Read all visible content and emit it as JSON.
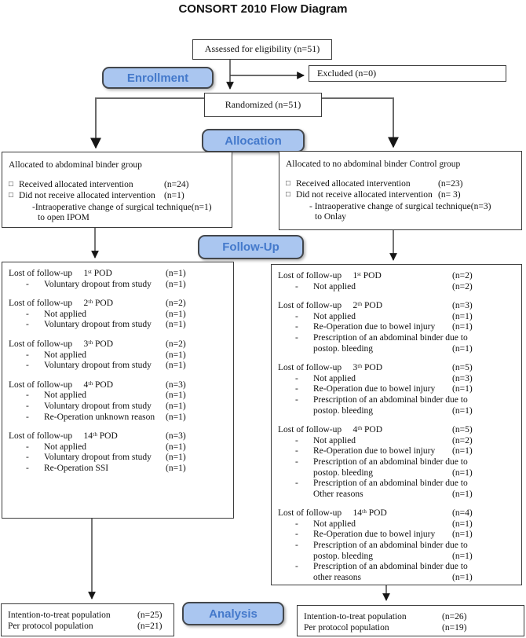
{
  "title": "CONSORT 2010 Flow Diagram",
  "stages": {
    "enrollment": "Enrollment",
    "allocation": "Allocation",
    "followup": "Follow-Up",
    "analysis": "Analysis"
  },
  "colors": {
    "stage_fill": "#aac6f0",
    "stage_text": "#4479cb",
    "stage_border": "#43474c",
    "box_border": "#3c3c3c",
    "arrow": "#3a3a3a"
  },
  "boxes": {
    "assessed": "Assessed for eligibility (n=51)",
    "excluded": "Excluded (n=0)",
    "randomized": "Randomized (n=51)",
    "alloc_left": {
      "rows": [
        {
          "t": "Allocated to abdominal binder group",
          "cls": "plain"
        },
        {
          "b": "□",
          "t": "Received allocated intervention",
          "v": "(n=24)",
          "cls": "check gap"
        },
        {
          "b": "□",
          "t": "Did not receive allocated intervention",
          "v": "(n=1)",
          "cls": "check"
        },
        {
          "t": "-Intraoperative change of surgical technique",
          "v": "(n=1)",
          "cls": "sub"
        },
        {
          "t": "to open IPOM",
          "cls": "subcont"
        }
      ]
    },
    "alloc_right": {
      "rows": [
        {
          "t": "Allocated to no abdominal binder Control group",
          "cls": "plain"
        },
        {
          "b": "□",
          "t": "Received allocated intervention",
          "v": "(n=23)",
          "cls": "check gap"
        },
        {
          "b": "□",
          "t": "Did not receive allocated intervention",
          "v": "(n= 3)",
          "cls": "check"
        },
        {
          "t": "- Intraoperative change of surgical technique",
          "v": "(n=3)",
          "cls": "sub"
        },
        {
          "t": "to Onlay",
          "cls": "subcont"
        }
      ]
    },
    "followup_left": {
      "rows": [
        {
          "t": "Lost of follow-up     1ˢᵗ POD",
          "v": "(n=1)",
          "cls": "head"
        },
        {
          "b": "-",
          "t": "Voluntary dropout from study",
          "v": "(n=1)",
          "cls": "item"
        },
        {
          "t": "Lost of follow-up     2ᵗʰ POD",
          "v": "(n=2)",
          "cls": "head gap"
        },
        {
          "b": "-",
          "t": "Not applied",
          "v": "(n=1)",
          "cls": "item"
        },
        {
          "b": "-",
          "t": "Voluntary dropout from study",
          "v": "(n=1)",
          "cls": "item"
        },
        {
          "t": "Lost of follow-up     3ᵗʰ POD",
          "v": "(n=2)",
          "cls": "head gap"
        },
        {
          "b": "-",
          "t": "Not applied",
          "v": "(n=1)",
          "cls": "item"
        },
        {
          "b": "-",
          "t": "Voluntary dropout from study",
          "v": "(n=1)",
          "cls": "item"
        },
        {
          "t": "Lost of follow-up     4ᵗʰ POD",
          "v": "(n=3)",
          "cls": "head gap"
        },
        {
          "b": "-",
          "t": "Not applied",
          "v": "(n=1)",
          "cls": "item"
        },
        {
          "b": "-",
          "t": "Voluntary dropout from study",
          "v": "(n=1)",
          "cls": "item"
        },
        {
          "b": "-",
          "t": "Re-Operation unknown reason",
          "v": "(n=1)",
          "cls": "item"
        },
        {
          "t": "Lost of follow-up     14ᵗʰ POD",
          "v": "(n=3)",
          "cls": "head gap"
        },
        {
          "b": "-",
          "t": "Not applied",
          "v": "(n=1)",
          "cls": "item"
        },
        {
          "b": "-",
          "t": "Voluntary dropout from study",
          "v": "(n=1)",
          "cls": "item"
        },
        {
          "b": "-",
          "t": "Re-Operation SSI",
          "v": "(n=1)",
          "cls": "item"
        }
      ]
    },
    "followup_right": {
      "rows": [
        {
          "t": "Lost of follow-up     1ˢᵗ POD",
          "v": "(n=2)",
          "cls": "head"
        },
        {
          "b": "-",
          "t": "Not applied",
          "v": "(n=2)",
          "cls": "item"
        },
        {
          "t": "Lost of follow-up     2ᵗʰ POD",
          "v": "(n=3)",
          "cls": "head gap"
        },
        {
          "b": "-",
          "t": "Not applied",
          "v": "(n=1)",
          "cls": "item"
        },
        {
          "b": "-",
          "t": "Re-Operation due to bowel injury",
          "v": "(n=1)",
          "cls": "item"
        },
        {
          "b": "-",
          "t": "Prescription of an abdominal binder due to",
          "cls": "item"
        },
        {
          "t": "postop. bleeding",
          "v": "(n=1)",
          "cls": "cont"
        },
        {
          "t": "Lost of follow-up     3ᵗʰ POD",
          "v": "(n=5)",
          "cls": "head gap"
        },
        {
          "b": "-",
          "t": "Not applied",
          "v": "(n=3)",
          "cls": "item"
        },
        {
          "b": "-",
          "t": "Re-Operation due to bowel injury",
          "v": "(n=1)",
          "cls": "item"
        },
        {
          "b": "-",
          "t": "Prescription of an abdominal binder due to",
          "cls": "item"
        },
        {
          "t": "postop. bleeding",
          "v": "(n=1)",
          "cls": "cont"
        },
        {
          "t": "Lost of follow-up     4ᵗʰ POD",
          "v": "(n=5)",
          "cls": "head gap"
        },
        {
          "b": "-",
          "t": "Not applied",
          "v": "(n=2)",
          "cls": "item"
        },
        {
          "b": "-",
          "t": "Re-Operation due to bowel injury",
          "v": "(n=1)",
          "cls": "item"
        },
        {
          "b": "-",
          "t": "Prescription of an abdominal binder due to",
          "cls": "item"
        },
        {
          "t": "postop. bleeding",
          "v": "(n=1)",
          "cls": "cont"
        },
        {
          "b": "-",
          "t": "Prescription of an abdominal binder due to",
          "cls": "item"
        },
        {
          "t": "Other reasons",
          "v": "(n=1)",
          "cls": "cont"
        },
        {
          "t": "Lost of follow-up     14ᵗʰ POD",
          "v": "(n=4)",
          "cls": "head gap"
        },
        {
          "b": "-",
          "t": "Not applied",
          "v": "(n=1)",
          "cls": "item"
        },
        {
          "b": "-",
          "t": "Re-Operation due to bowel injury",
          "v": "(n=1)",
          "cls": "item"
        },
        {
          "b": "-",
          "t": "Prescription of an abdominal binder due to",
          "cls": "item"
        },
        {
          "t": "postop. bleeding",
          "v": "(n=1)",
          "cls": "cont"
        },
        {
          "b": "-",
          "t": "Prescription of an abdominal binder due to",
          "cls": "item"
        },
        {
          "t": "other reasons",
          "v": "(n=1)",
          "cls": "cont"
        }
      ]
    },
    "analysis_left": {
      "rows": [
        {
          "t": "Intention-to-treat population",
          "v": "(n=25)",
          "cls": "plain"
        },
        {
          "t": "Per protocol population",
          "v": "(n=21)",
          "cls": "plain"
        }
      ]
    },
    "analysis_right": {
      "rows": [
        {
          "t": "Intention-to-treat population",
          "v": "(n=26)",
          "cls": "plain"
        },
        {
          "t": "Per protocol population",
          "v": "(n=19)",
          "cls": "plain"
        }
      ]
    }
  }
}
